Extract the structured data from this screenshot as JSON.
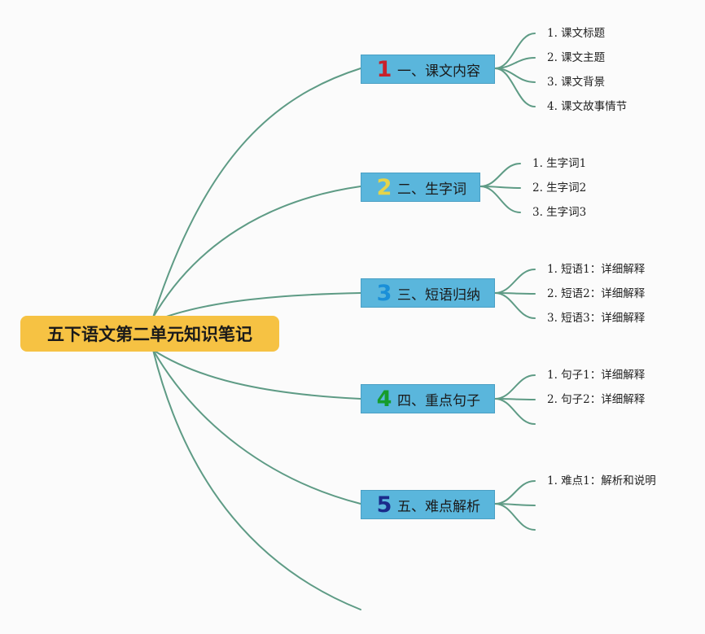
{
  "root": {
    "title": "五下语文第二单元知识笔记"
  },
  "colors": {
    "root_bg": "#f6c243",
    "branch_bg": "#5ab6dc",
    "edge": "#5e9b85"
  },
  "branches": [
    {
      "number": "1",
      "number_color": "#c8202c",
      "label": "一、课文内容",
      "items": [
        "1. 课文标题",
        "2. 课文主题",
        "3. 课文背景",
        "4. 课文故事情节"
      ]
    },
    {
      "number": "2",
      "number_color": "#e5d44a",
      "label": "二、生字词",
      "items": [
        "1. 生字词1",
        "2. 生字词2",
        "3. 生字词3"
      ]
    },
    {
      "number": "3",
      "number_color": "#1a8fd8",
      "label": "三、短语归纳",
      "items": [
        "1. 短语1：详细解释",
        "2. 短语2：详细解释",
        "3. 短语3：详细解释"
      ]
    },
    {
      "number": "4",
      "number_color": "#169c2c",
      "label": "四、重点句子",
      "items": [
        "1. 句子1：详细解释",
        "2. 句子2：详细解释"
      ]
    },
    {
      "number": "5",
      "number_color": "#1a2a8a",
      "label": "五、难点解析",
      "items": [
        "1. 难点1：解析和说明"
      ]
    }
  ]
}
